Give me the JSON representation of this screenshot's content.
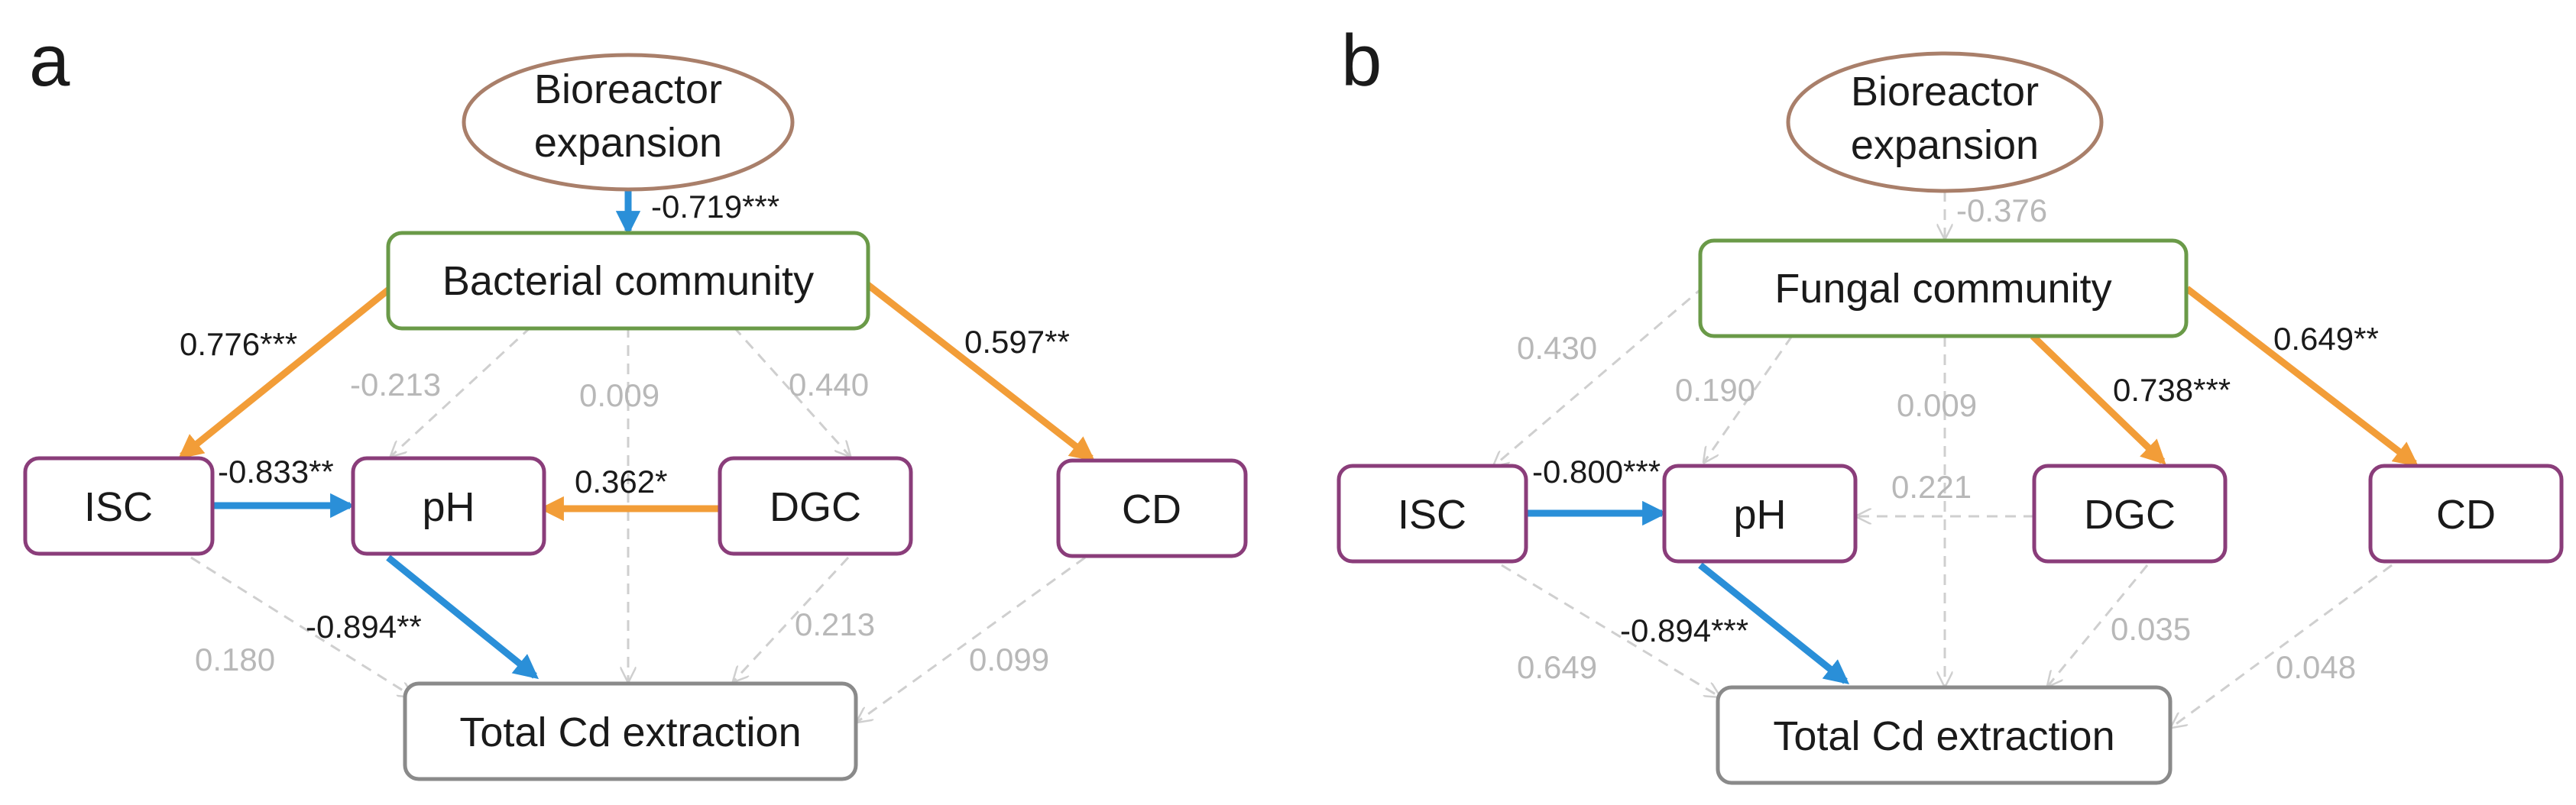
{
  "colors": {
    "negative": "#2a8fd8",
    "positive": "#f29d38",
    "nonsignificant": "#cfcfcf",
    "oval_stroke": "#a97f6a",
    "community_stroke": "#6a9a48",
    "variable_stroke": "#8a3d7a",
    "outcome_stroke": "#8a8a8a"
  },
  "panels": [
    {
      "letter": "a",
      "nodes": {
        "expansion": {
          "line1": "Bioreactor",
          "line2": "expansion"
        },
        "community": {
          "label": "Bacterial community"
        },
        "isc": {
          "label": "ISC"
        },
        "ph": {
          "label": "pH"
        },
        "dgc": {
          "label": "DGC"
        },
        "cd": {
          "label": "CD"
        },
        "total": {
          "label": "Total Cd extraction"
        }
      },
      "paths": {
        "expansion_community": {
          "value": "-0.719***",
          "sign": "negative",
          "significant": true
        },
        "community_isc": {
          "value": "0.776***",
          "sign": "positive",
          "significant": true
        },
        "community_ph": {
          "value": "-0.213",
          "sign": "negative",
          "significant": false
        },
        "community_total": {
          "value": "0.009",
          "sign": "positive",
          "significant": false
        },
        "community_dgc": {
          "value": "0.440",
          "sign": "positive",
          "significant": false
        },
        "community_cd": {
          "value": "0.597**",
          "sign": "positive",
          "significant": true
        },
        "isc_ph": {
          "value": "-0.833**",
          "sign": "negative",
          "significant": true
        },
        "dgc_ph": {
          "value": "0.362*",
          "sign": "positive",
          "significant": true
        },
        "ph_total": {
          "value": "-0.894**",
          "sign": "negative",
          "significant": true
        },
        "isc_total": {
          "value": "0.180",
          "sign": "positive",
          "significant": false
        },
        "dgc_total": {
          "value": "0.213",
          "sign": "positive",
          "significant": false
        },
        "cd_total": {
          "value": "0.099",
          "sign": "positive",
          "significant": false
        }
      }
    },
    {
      "letter": "b",
      "nodes": {
        "expansion": {
          "line1": "Bioreactor",
          "line2": "expansion"
        },
        "community": {
          "label": "Fungal community"
        },
        "isc": {
          "label": "ISC"
        },
        "ph": {
          "label": "pH"
        },
        "dgc": {
          "label": "DGC"
        },
        "cd": {
          "label": "CD"
        },
        "total": {
          "label": "Total Cd extraction"
        }
      },
      "paths": {
        "expansion_community": {
          "value": "-0.376",
          "sign": "negative",
          "significant": false
        },
        "community_isc": {
          "value": "0.430",
          "sign": "positive",
          "significant": false
        },
        "community_ph": {
          "value": "0.190",
          "sign": "positive",
          "significant": false
        },
        "community_total": {
          "value": "0.009",
          "sign": "positive",
          "significant": false
        },
        "community_dgc": {
          "value": "0.738***",
          "sign": "positive",
          "significant": true
        },
        "community_cd": {
          "value": "0.649**",
          "sign": "positive",
          "significant": true
        },
        "isc_ph": {
          "value": "-0.800***",
          "sign": "negative",
          "significant": true
        },
        "dgc_ph": {
          "value": "0.221",
          "sign": "positive",
          "significant": false
        },
        "ph_total": {
          "value": "-0.894***",
          "sign": "negative",
          "significant": true
        },
        "isc_total": {
          "value": "0.649",
          "sign": "positive",
          "significant": false
        },
        "dgc_total": {
          "value": "0.035",
          "sign": "positive",
          "significant": false
        },
        "cd_total": {
          "value": "0.048",
          "sign": "positive",
          "significant": false
        }
      }
    }
  ]
}
